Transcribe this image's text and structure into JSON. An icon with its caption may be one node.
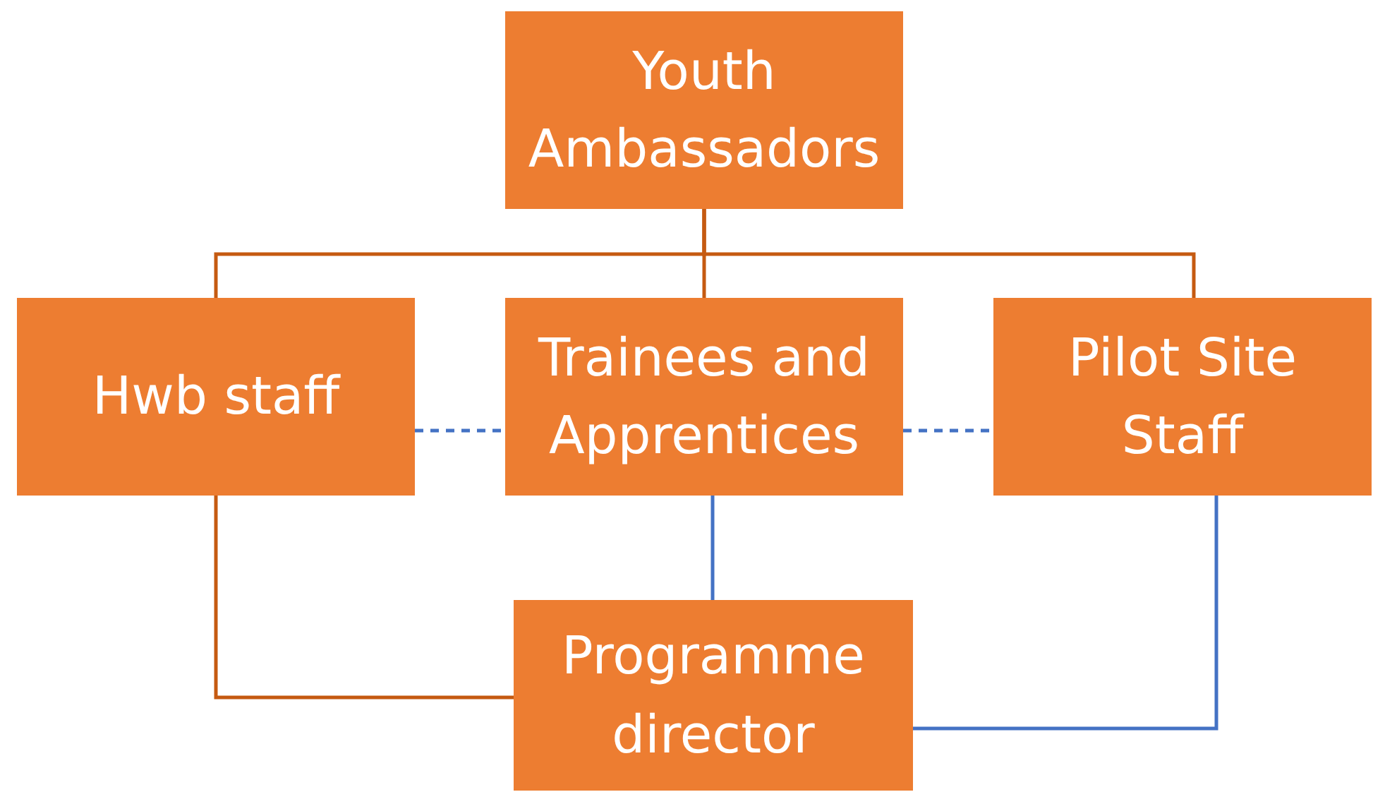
{
  "diagram": {
    "nodes": [
      {
        "text": [
          "Youth Ambassadors"
        ]
      },
      {
        "text": [
          "Hwb staff"
        ]
      },
      {
        "text": [
          "Trainees and Apprentices"
        ]
      },
      {
        "text": [
          "Pilot Site Staff"
        ]
      },
      {
        "text": [
          "Programme director"
        ]
      }
    ],
    "edges": [
      {
        "from": 0,
        "to": 1,
        "arrow": "none"
      },
      {
        "from": 0,
        "to": 2,
        "arrow": "none"
      },
      {
        "from": 0,
        "to": 3,
        "arrow": "none"
      },
      {
        "from": 1,
        "to": 2,
        "arrow": "none",
        "style": "dashed",
        "color": "#4472c4"
      },
      {
        "from": 2,
        "to": 3,
        "arrow": "none",
        "style": "dashed",
        "color": "#4472c4"
      },
      {
        "from": 1,
        "to": 4,
        "arrow": "none"
      },
      {
        "from": 2,
        "to": 4,
        "arrow": "none",
        "color": "#4472c4"
      },
      {
        "from": 3,
        "to": 4,
        "arrow": "none",
        "color": "#4472c4"
      }
    ]
  }
}
